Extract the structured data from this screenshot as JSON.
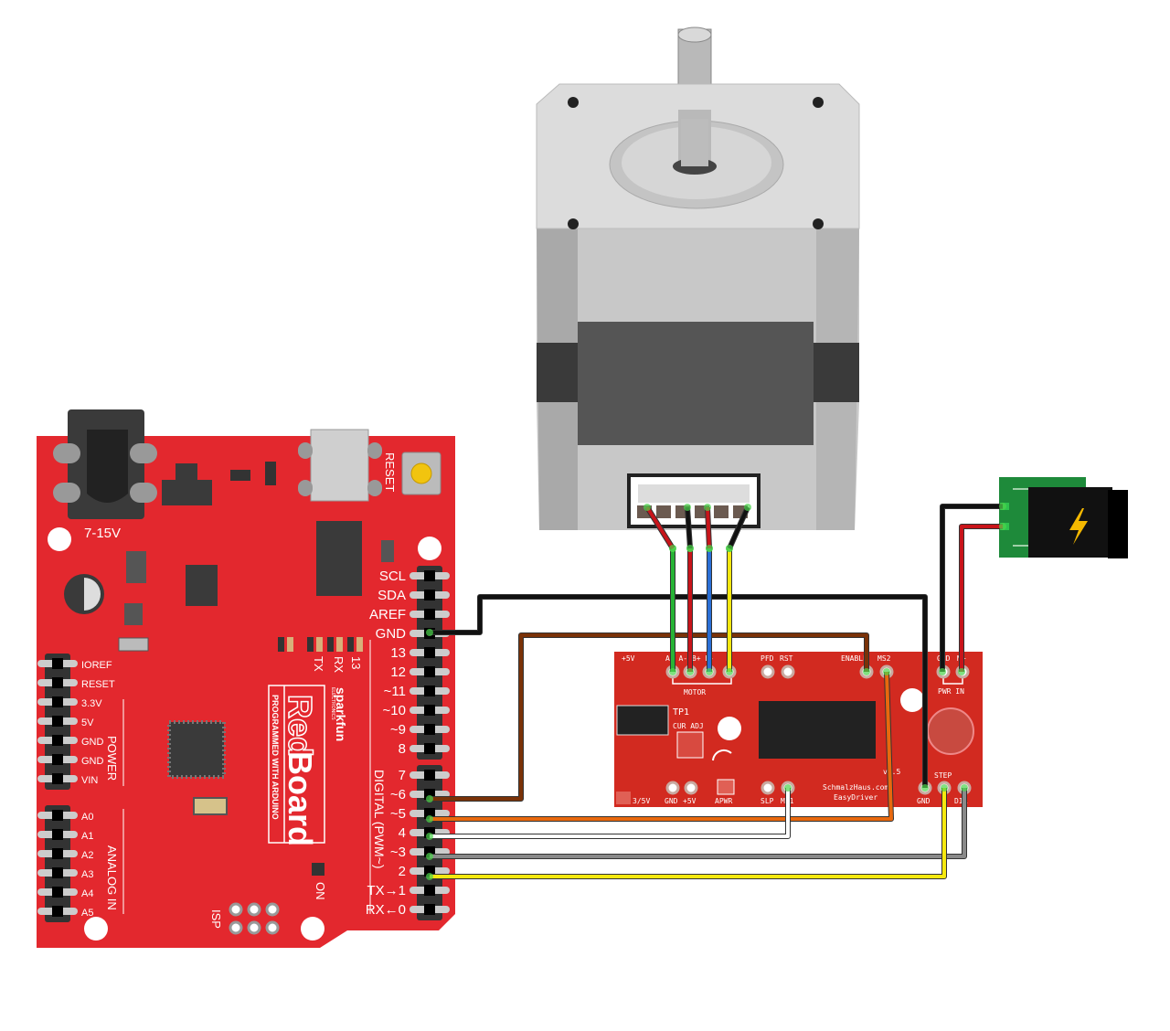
{
  "colors": {
    "board_red": "#e3282e",
    "driver_red": "#d22a20",
    "pcb_green": "#1e8a3a",
    "wire_black": "#111111",
    "wire_red": "#c8141a",
    "wire_green": "#27b335",
    "wire_blue": "#2a6fd6",
    "wire_yellow": "#f5e80f",
    "wire_brown": "#7a3208",
    "wire_orange": "#e8680e",
    "wire_white": "#ffffff",
    "wire_gray": "#8a8a8a"
  },
  "redboard": {
    "jack_label": "7-15V",
    "reset_label": "RESET",
    "logo_red": "Red",
    "logo_board": "Board",
    "subtitle": "PROGRAMMED WITH ARDUINO",
    "sparkfun": "sparkfun",
    "electronics": "ELECTRONICS",
    "led_labels": [
      "TX",
      "RX",
      "13"
    ],
    "on_label": "ON",
    "isp_label": "ISP",
    "digital_label": "DIGITAL (PWM~)",
    "power_label": "POWER",
    "analog_label": "ANALOG IN",
    "header_top": [
      "SCL",
      "SDA",
      "AREF",
      "GND",
      "13",
      "12",
      "~11",
      "~10",
      "~9",
      "8"
    ],
    "header_bottom": [
      "7",
      "~6",
      "~5",
      "4",
      "~3",
      "2",
      "TX→1",
      "RX←0"
    ],
    "power_pins": [
      "IOREF",
      "RESET",
      "3.3V",
      "5V",
      "GND",
      "GND",
      "VIN"
    ],
    "analog_pins": [
      "A0",
      "A1",
      "A2",
      "A3",
      "A4",
      "A5"
    ]
  },
  "easydriver": {
    "plus5v": "+5V",
    "motor_pins": "A+ A- B+ B-",
    "motor_label": "MOTOR",
    "pfd": "PFD",
    "rst": "RST",
    "enable": "ENABLE",
    "ms2": "MS2",
    "gnd_top": "GND",
    "m_plus": "M+",
    "pwr_in": "PWR IN",
    "tp1": "TP1",
    "cur_adj": "CUR  ADJ",
    "v35": "3/5V",
    "gnd_bottom": "GND",
    "plus5v_bottom": "+5V",
    "apwr": "APWR",
    "slp": "SLP",
    "ms1": "MS1",
    "url1": "SchmalzHaus.com/",
    "url2": "EasyDriver",
    "v45": "v4.5",
    "gnd_step": "GND",
    "step": "STEP",
    "dir": "DIR"
  }
}
